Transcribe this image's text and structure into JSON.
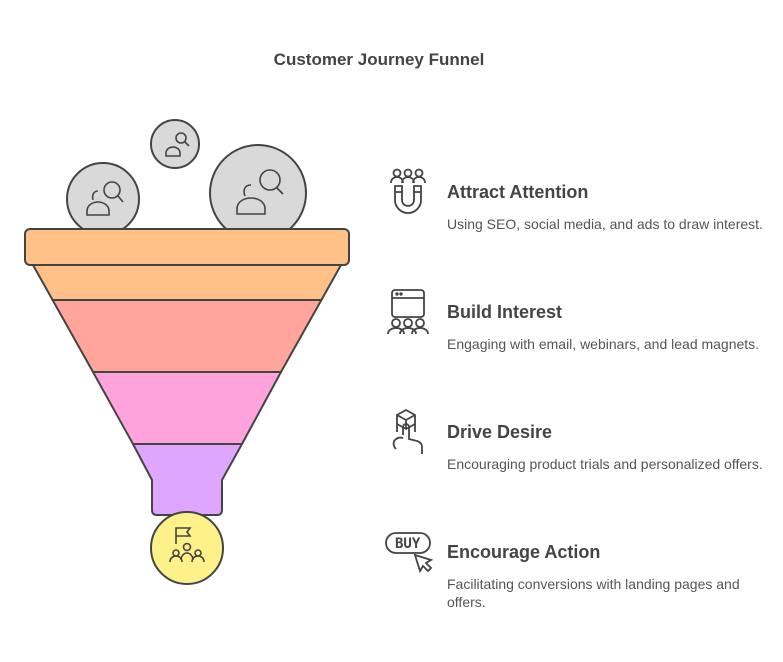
{
  "title": "Customer Journey Funnel",
  "colors": {
    "stage1": "#ffc187",
    "stage2": "#ffa59c",
    "stage3": "#ffa3dd",
    "stage4": "#dfa6ff",
    "action": "#fff18a",
    "bubble": "#d9d9d9"
  },
  "steps": [
    {
      "heading": "Attract Attention",
      "desc": "Using SEO, social media, and ads to draw interest.",
      "icon": "magnet-people-icon"
    },
    {
      "heading": "Build Interest",
      "desc": "Engaging with email, webinars, and lead magnets.",
      "icon": "webinar-icon"
    },
    {
      "heading": "Drive Desire",
      "desc": "Encouraging product trials and personalized offers.",
      "icon": "hand-box-icon"
    },
    {
      "heading": "Encourage Action",
      "desc": "Facilitating conversions with landing pages and offers.",
      "icon": "buy-cursor-icon"
    }
  ],
  "buy_label": "BUY"
}
